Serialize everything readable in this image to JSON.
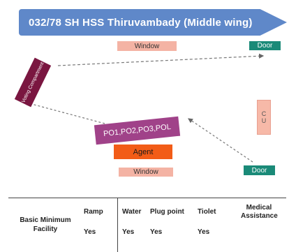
{
  "title": "032/78 SH HSS Thiruvambady (Middle wing)",
  "labels": {
    "window_top": "Window",
    "door_top": "Door",
    "voting": "Voting Compartment",
    "pol": "PO1,PO2,PO3,POL",
    "agent": "Agent",
    "window_bottom": "Window",
    "door_bottom": "Door",
    "cu_lines": [
      "C",
      "U"
    ]
  },
  "facility_table": {
    "row_header": "Basic Minimum Facility",
    "columns": [
      "Ramp",
      "Water",
      "Plug point",
      "Tiolet",
      "Medical Assistance"
    ],
    "values": [
      "Yes",
      "Yes",
      "Yes",
      "Yes",
      ""
    ]
  },
  "colors": {
    "banner": "#5f88c9",
    "window": "#f4b3a4",
    "door": "#1a8a78",
    "agent": "#f25c17",
    "pol": "#a04289",
    "voting": "#7a1640"
  }
}
